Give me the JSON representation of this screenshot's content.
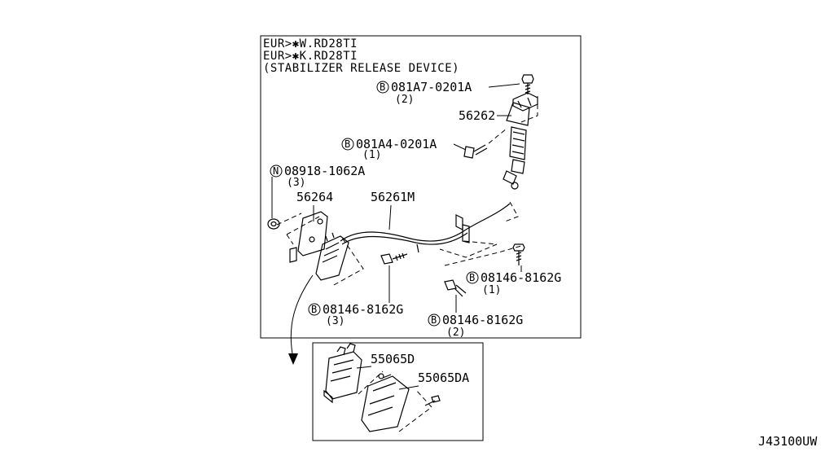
{
  "header": {
    "line1": "EUR>✱W.RD28TI",
    "line2": "EUR>✱K.RD28TI",
    "line3": "(STABILIZER RELEASE DEVICE)"
  },
  "parts": {
    "bolt_081A7": {
      "prefix": "B",
      "number": "081A7-0201A",
      "qty": "(2)"
    },
    "actuator_56262": {
      "number": "56262"
    },
    "bolt_081A4": {
      "prefix": "B",
      "number": "081A4-0201A",
      "qty": "(1)"
    },
    "nut_08918": {
      "prefix": "N",
      "number": "08918-1062A",
      "qty": "(3)"
    },
    "bracket_56264": {
      "number": "56264"
    },
    "harness_56261M": {
      "number": "56261M"
    },
    "bolt_08146_r": {
      "prefix": "B",
      "number": "08146-8162G",
      "qty": "(1)"
    },
    "bolt_08146_l": {
      "prefix": "B",
      "number": "08146-8162G",
      "qty": "(3)"
    },
    "bolt_08146_b": {
      "prefix": "B",
      "number": "08146-8162G",
      "qty": "(2)"
    },
    "unit_55065D": {
      "number": "55065D"
    },
    "unit_55065DA": {
      "number": "55065DA"
    }
  },
  "diagram_code": "J43100UW"
}
